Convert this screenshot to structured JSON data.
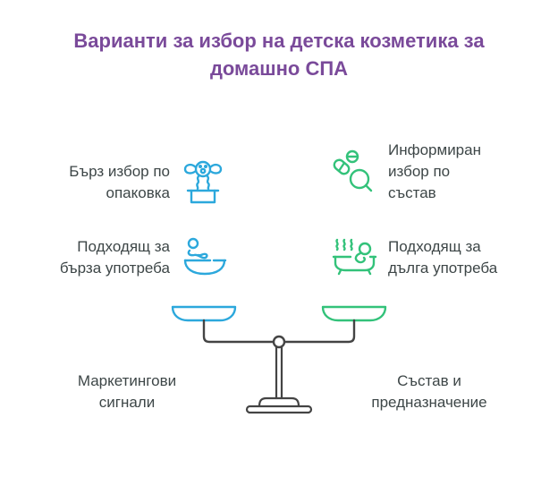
{
  "title": "Варианти за избор на детска козметика за домашно СПА",
  "title_lines": [
    "Варианти за избор на детска козметика за",
    "домашно СПА"
  ],
  "colors": {
    "title": "#7a4a9a",
    "left_accent": "#2ca8dc",
    "right_accent": "#33c27a",
    "text": "#3d4647",
    "scale": "#444444"
  },
  "left": {
    "items": [
      {
        "icon": "jack-in-the-box-icon",
        "lines": [
          "Бърз избор по",
          "опаковка"
        ]
      },
      {
        "icon": "baby-bath-icon",
        "lines": [
          "Подходящ за",
          "бърза употреба"
        ]
      }
    ],
    "base_label_lines": [
      "Маркетингови",
      "сигнали"
    ]
  },
  "right": {
    "items": [
      {
        "icon": "pills-magnifier-icon",
        "lines": [
          "Информиран",
          "избор по",
          "състав"
        ]
      },
      {
        "icon": "bathtub-steam-icon",
        "lines": [
          "Подходящ за",
          "дълга употреба"
        ]
      }
    ],
    "base_label_lines": [
      "Състав и",
      "предназначение"
    ]
  }
}
